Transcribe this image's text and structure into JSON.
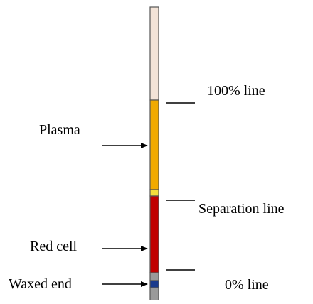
{
  "labels": {
    "plasma": "Plasma",
    "red_cell": "Red cell",
    "waxed_end": "Waxed end",
    "line_100": "100% line",
    "separation_line": "Separation line",
    "line_0": "0% line"
  },
  "colors": {
    "empty_tube": "#f3e3d7",
    "plasma": "#f1aa00",
    "buffy_coat": "#f4de3c",
    "red_cell": "#c00000",
    "wax_gray": "#9a9a9a",
    "wax_blue": "#1a3a8c",
    "outline": "#555555"
  }
}
